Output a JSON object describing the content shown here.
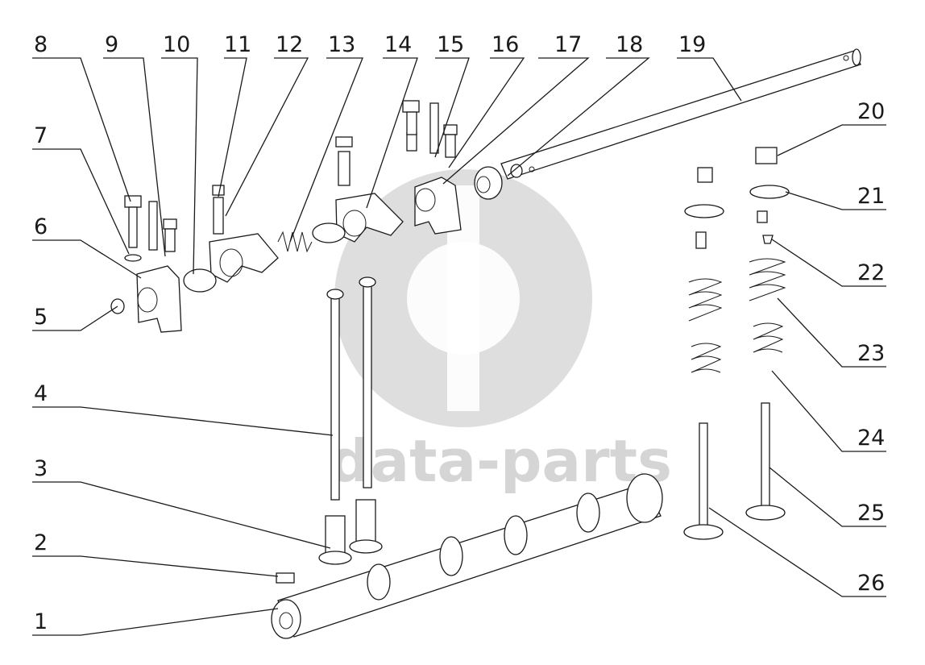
{
  "watermark": {
    "text": "data-parts",
    "color": "#c8c8c8"
  },
  "callouts": [
    {
      "label": "1"
    },
    {
      "label": "2"
    },
    {
      "label": "3"
    },
    {
      "label": "4"
    },
    {
      "label": "5"
    },
    {
      "label": "6"
    },
    {
      "label": "7"
    },
    {
      "label": "8"
    },
    {
      "label": "9"
    },
    {
      "label": "10"
    },
    {
      "label": "11"
    },
    {
      "label": "12"
    },
    {
      "label": "13"
    },
    {
      "label": "14"
    },
    {
      "label": "15"
    },
    {
      "label": "16"
    },
    {
      "label": "17"
    },
    {
      "label": "18"
    },
    {
      "label": "19"
    },
    {
      "label": "20"
    },
    {
      "label": "21"
    },
    {
      "label": "22"
    },
    {
      "label": "23"
    },
    {
      "label": "24"
    },
    {
      "label": "25"
    },
    {
      "label": "26"
    }
  ]
}
